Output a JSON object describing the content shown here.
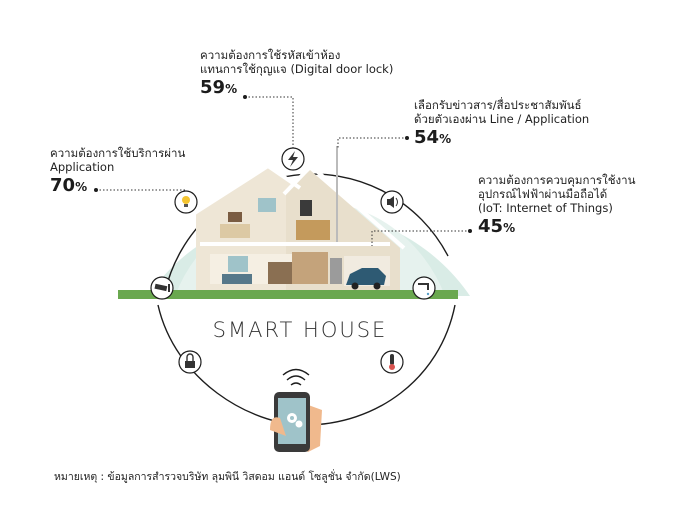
{
  "callouts": [
    {
      "lines": [
        "ความต้องการใช้รหัสเข้าห้อง",
        "แทนการใช้กุญแจ (Digital door lock)"
      ],
      "value": "59",
      "unit": "%"
    },
    {
      "lines": [
        "เลือกรับข่าวสาร/สื่อประชาสัมพันธ์",
        "ด้วยตัวเองผ่าน Line / Application"
      ],
      "value": "54",
      "unit": "%"
    },
    {
      "lines": [
        "ความต้องการใช้บริการผ่าน",
        "Application"
      ],
      "value": "70",
      "unit": "%"
    },
    {
      "lines": [
        "ความต้องการควบคุมการใช้งาน",
        "อุปกรณ์ไฟฟ้าผ่านมือถือได้",
        "(IoT: Internet of Things)"
      ],
      "value": "45",
      "unit": "%"
    }
  ],
  "house_label": "SMART HOUSE",
  "footnote": "หมายเหตุ : ข้อมูลการสำรวจบริษัท ลุมพินี วิสดอม แอนด์ โซลูชั่น จำกัด(LWS)",
  "colors": {
    "dome": "#d9ece6",
    "grass": "#6aa84f",
    "ring": "#1d1d1d",
    "phone": "#3a3a3a",
    "hand": "#f0b98d",
    "car": "#2e5a73"
  },
  "icons": [
    "lightbulb-icon",
    "lightning-icon",
    "speaker-icon",
    "security-camera-icon",
    "faucet-icon",
    "padlock-icon",
    "thermometer-icon",
    "smartphone-icon",
    "gear-icon",
    "wifi-icon"
  ]
}
